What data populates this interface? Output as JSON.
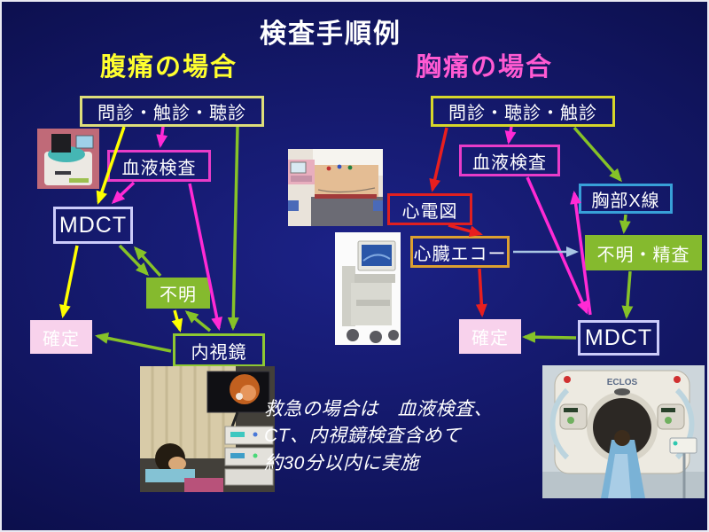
{
  "slide": {
    "title": "検査手順例",
    "note": "救急の場合は　血液検査、\nCT、内視鏡検査含めて\n約30分以内に実施"
  },
  "left_flow": {
    "header": "腹痛の場合",
    "nodes": {
      "interview": "問診・触診・聴診",
      "blood_test": "血液検査",
      "mdct": "MDCT",
      "unknown": "不明",
      "confirmed": "確定",
      "endoscope": "内視鏡"
    }
  },
  "right_flow": {
    "header": "胸痛の場合",
    "nodes": {
      "interview": "問診・聴診・触診",
      "blood_test": "血液検査",
      "ecg": "心電図",
      "chest_xray": "胸部X線",
      "echo": "心臓エコー",
      "unknown_workup": "不明・精査",
      "confirmed": "確定",
      "mdct": "MDCT"
    }
  },
  "photos": {
    "ct_label": "ECLOS"
  },
  "colors": {
    "header_left": "#ffff2e",
    "header_right": "#ff5ad2",
    "arrow_yellow": "#ffff00",
    "arrow_magenta": "#ff2ad4",
    "arrow_green": "#86c228",
    "arrow_red": "#e81f1f",
    "arrow_pale_blue": "#a9c6e4",
    "border_interview": "#dede7a",
    "border_blood": "#e83cc8",
    "border_mdct": "#ccccfa",
    "border_ecg": "#e02020",
    "border_xray": "#38a0d8",
    "border_echo": "#dca030",
    "border_endoscope": "#8ec832",
    "fill_unknown": "#85ba2e",
    "fill_confirmed": "#f8d2ec"
  }
}
